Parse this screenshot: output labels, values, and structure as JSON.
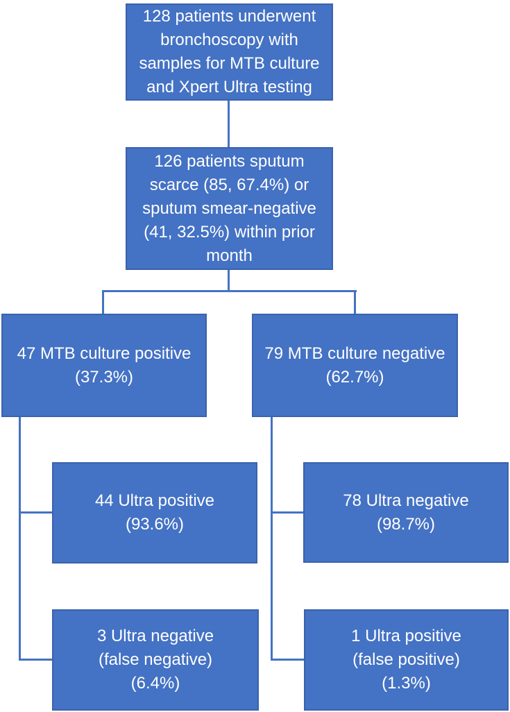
{
  "figure": {
    "type": "flowchart",
    "description": "Patient flow diagram of bronchoscopy MTB culture vs Xpert Ultra testing results",
    "colors": {
      "node_fill": "#4472C4",
      "node_border": "#3B62AD",
      "connector": "#4472C4",
      "text": "#ffffff",
      "background": "#ffffff"
    }
  },
  "nodes": [
    {
      "id": "bronchoscopy-total",
      "text": "128 patients underwent\nbronchoscopy with\nsamples for MTB culture\nand Xpert Ultra testing"
    },
    {
      "id": "sputum-status",
      "text": "126 patients sputum\nscarce (85, 67.4%) or\nsputum smear-negative\n(41, 32.5%) within prior\nmonth"
    },
    {
      "id": "culture-positive",
      "text": "47 MTB culture positive\n(37.3%)"
    },
    {
      "id": "culture-negative",
      "text": "79 MTB culture negative\n(62.7%)"
    },
    {
      "id": "ultra-true-positive",
      "text": "44 Ultra positive\n(93.6%)"
    },
    {
      "id": "ultra-true-negative",
      "text": "78 Ultra negative\n(98.7%)"
    },
    {
      "id": "ultra-false-negative",
      "text": "3 Ultra negative\n(false negative)\n(6.4%)"
    },
    {
      "id": "ultra-false-positive",
      "text": "1 Ultra positive\n(false positive)\n(1.3%)"
    }
  ]
}
